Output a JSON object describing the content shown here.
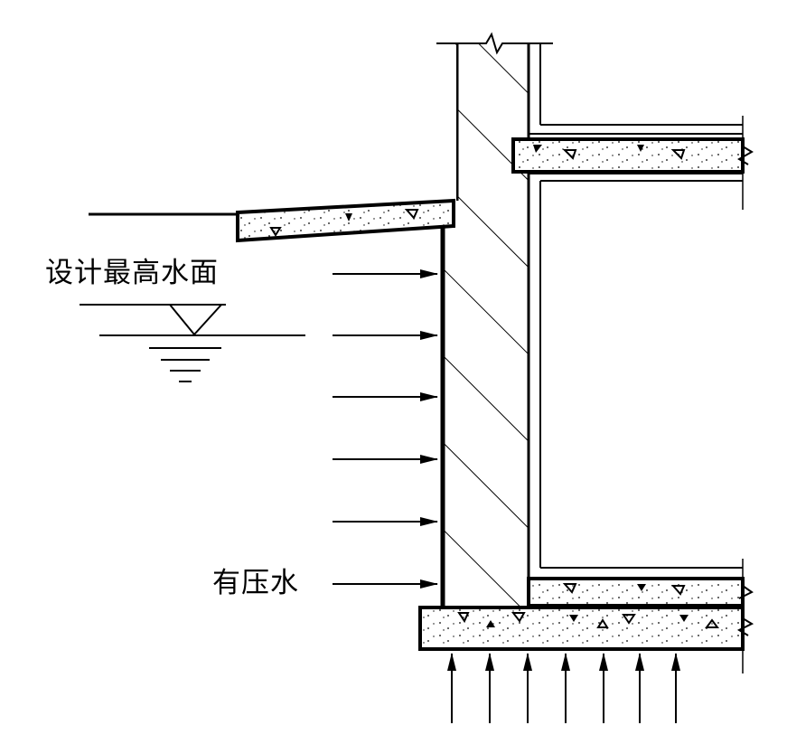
{
  "labels": {
    "design_water_level": "设计最高水面",
    "pressurized_water": "有压水"
  },
  "icons": {
    "water_level_marker": "inverted-triangle-water-level-symbol",
    "pressure_arrows": "arrow-right",
    "uplift_arrows": "arrow-up"
  },
  "colors": {
    "line": "#000000",
    "background": "#ffffff"
  }
}
